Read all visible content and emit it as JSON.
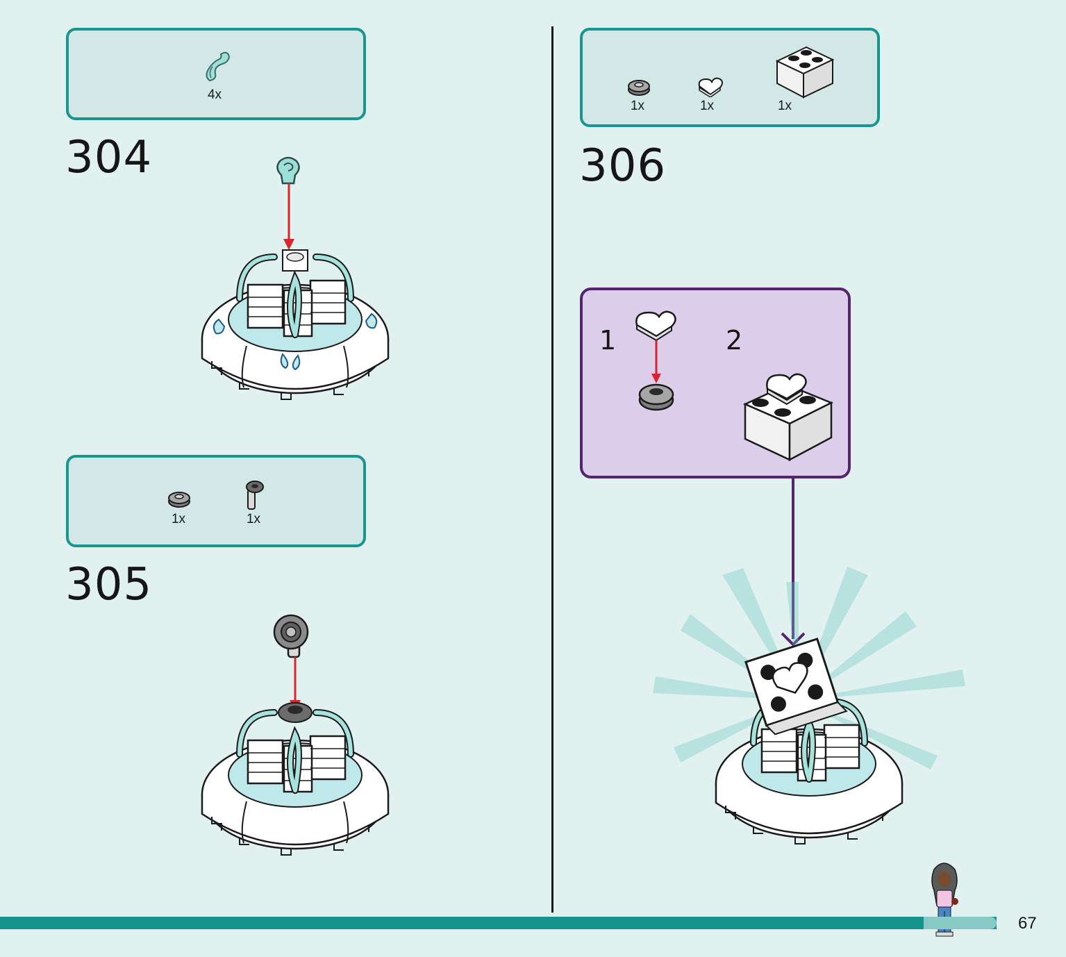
{
  "steps": [
    {
      "number": "304",
      "parts": [
        {
          "icon": "hose-piece-icon",
          "qty": "4x"
        }
      ]
    },
    {
      "number": "305",
      "parts": [
        {
          "icon": "round-plate-icon",
          "qty": "1x"
        },
        {
          "icon": "bar-holder-icon",
          "qty": "1x"
        }
      ]
    },
    {
      "number": "306",
      "parts": [
        {
          "icon": "round-plate-icon",
          "qty": "1x"
        },
        {
          "icon": "heart-tile-icon",
          "qty": "1x"
        },
        {
          "icon": "brick-2x2-icon",
          "qty": "1x"
        }
      ],
      "substeps": [
        {
          "number": "1"
        },
        {
          "number": "2"
        }
      ]
    }
  ],
  "page_number": "67",
  "colors": {
    "background": "#e1f1f0",
    "parts_border": "#16968f",
    "substep_border": "#52256d",
    "arrow_red": "#d7262e",
    "arrow_purple": "#52256d"
  }
}
